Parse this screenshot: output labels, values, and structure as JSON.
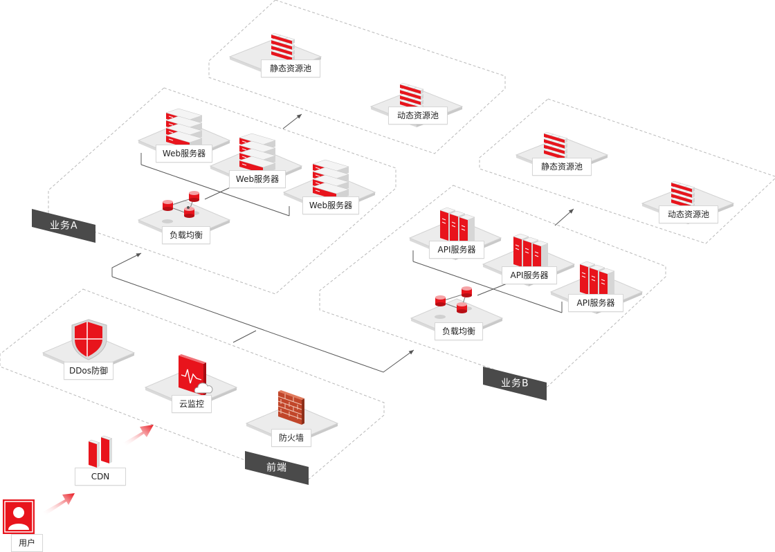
{
  "zones": {
    "business_a": "业务A",
    "business_b": "业务B",
    "frontend": "前端"
  },
  "nodes": {
    "static_pool_top": "静态资源池",
    "dynamic_pool_top": "动态资源池",
    "static_pool_right": "静态资源池",
    "dynamic_pool_right": "动态资源池",
    "web_server_1": "Web服务器",
    "web_server_2": "Web服务器",
    "web_server_3": "Web服务器",
    "load_balancer_a": "负载均衡",
    "api_server_1": "API服务器",
    "api_server_2": "API服务器",
    "api_server_3": "API服务器",
    "load_balancer_b": "负载均衡",
    "ddos": "DDos防御",
    "cloud_monitor": "云监控",
    "firewall": "防火墙",
    "cdn": "CDN",
    "user": "用户"
  },
  "colors": {
    "accent": "#e8141c",
    "tag_bg": "#4a4a4a",
    "platform": "#ececec"
  }
}
